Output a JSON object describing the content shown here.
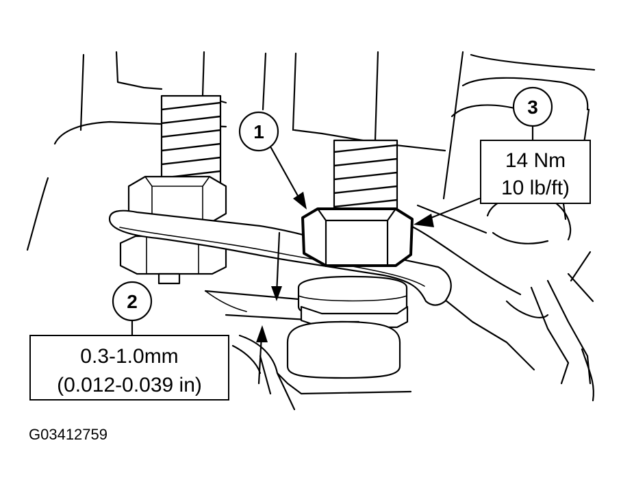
{
  "callouts": [
    {
      "number": "1"
    },
    {
      "number": "2"
    },
    {
      "number": "3"
    }
  ],
  "gap_spec": {
    "line1": "0.3-1.0mm",
    "line2": "(0.012-0.039 in)"
  },
  "torque_spec": {
    "line1": "14 Nm",
    "line2": "10 lb/ft)"
  },
  "figure_id": "G03412759"
}
